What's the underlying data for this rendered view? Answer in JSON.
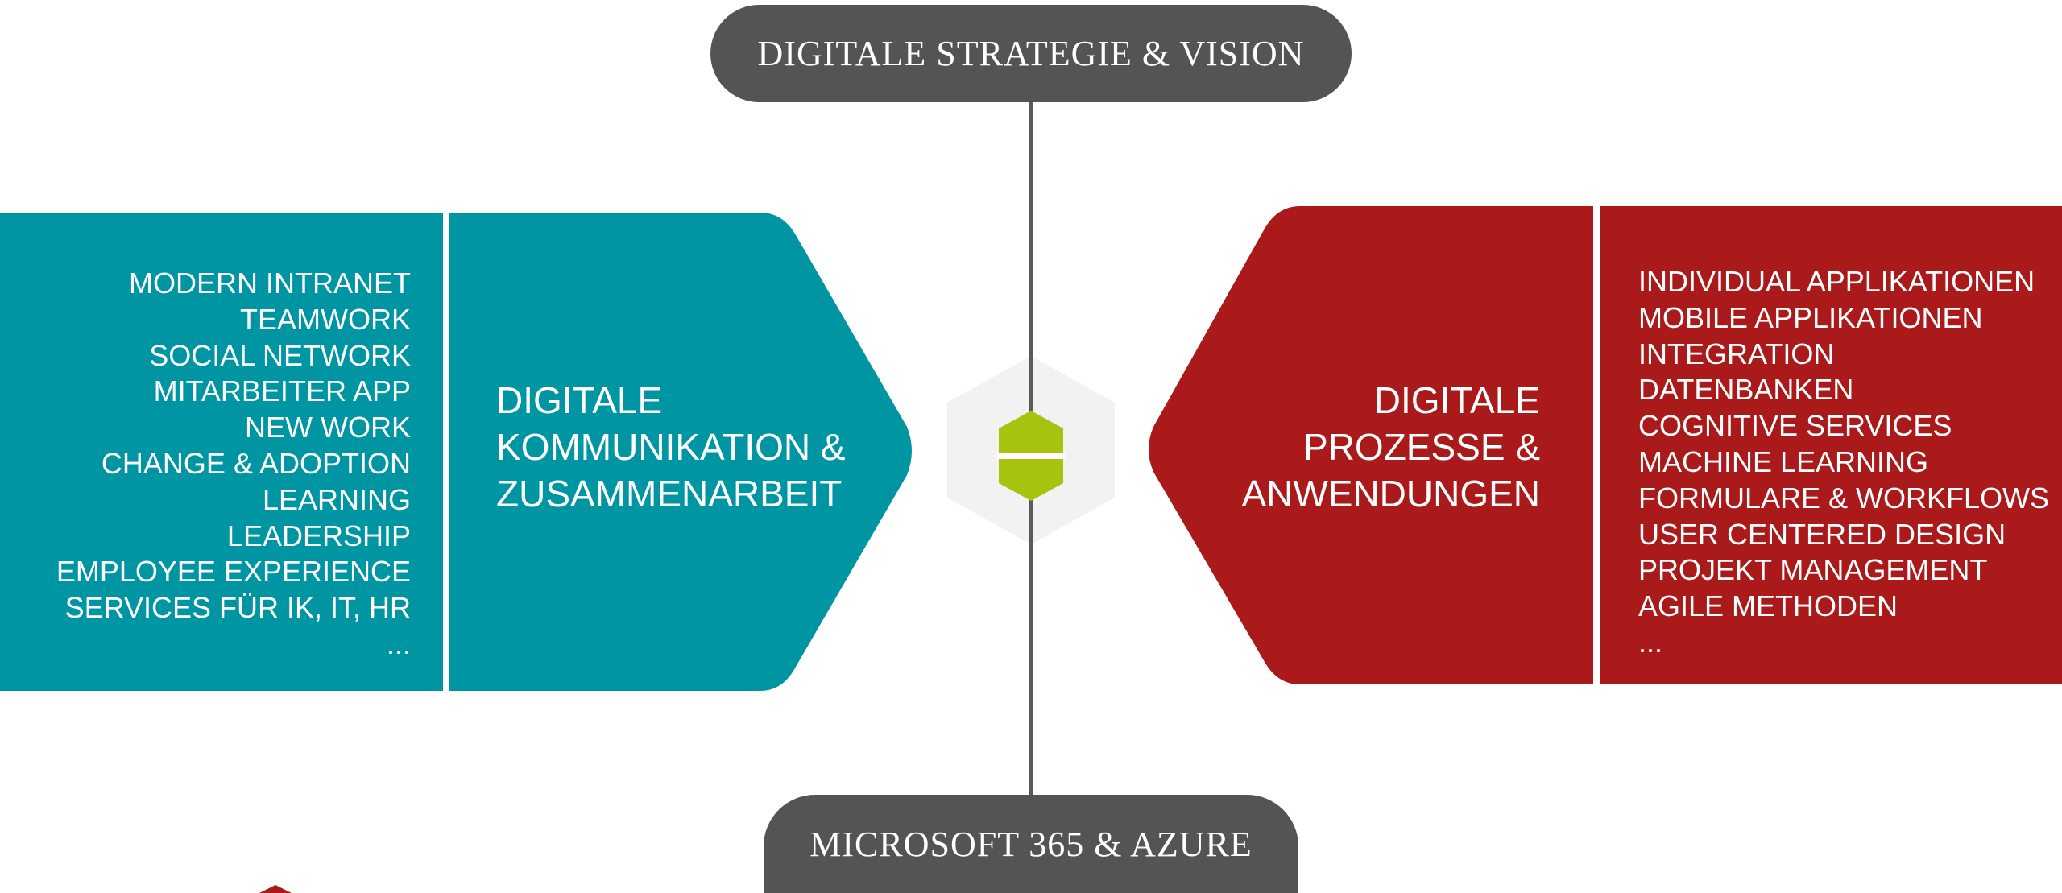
{
  "top_pill": {
    "label": "DIGITALE STRATEGIE & VISION"
  },
  "bottom_pill": {
    "label": "MICROSOFT 365 & AZURE"
  },
  "left_block": {
    "title_lines": [
      "DIGITALE",
      "KOMMUNIKATION &",
      "ZUSAMMENARBEIT"
    ],
    "items": [
      "MODERN INTRANET",
      "TEAMWORK",
      "SOCIAL NETWORK",
      "MITARBEITER APP",
      "NEW WORK",
      "CHANGE & ADOPTION",
      "LEARNING",
      "LEADERSHIP",
      "EMPLOYEE EXPERIENCE",
      "SERVICES FÜR IK, IT, HR",
      "..."
    ]
  },
  "right_block": {
    "title_lines": [
      "DIGITALE",
      "PROZESSE &",
      "ANWENDUNGEN"
    ],
    "items": [
      "INDIVIDUAL APPLIKATIONEN",
      "MOBILE APPLIKATIONEN",
      "INTEGRATION",
      "DATENBANKEN",
      "COGNITIVE SERVICES",
      "MACHINE LEARNING",
      "FORMULARE & WORKFLOWS",
      "USER CENTERED DESIGN",
      "PROJEKT MANAGEMENT",
      "AGILE METHODEN",
      "..."
    ]
  },
  "colors": {
    "teal": "#0095A3",
    "red": "#AA1A1A",
    "dark_gray": "#545454",
    "hexagon_bg": "#F2F2F2",
    "lime": "#A7C30F"
  },
  "icons": {
    "center": "hexagon-icon",
    "corner": "triangle-icon"
  }
}
